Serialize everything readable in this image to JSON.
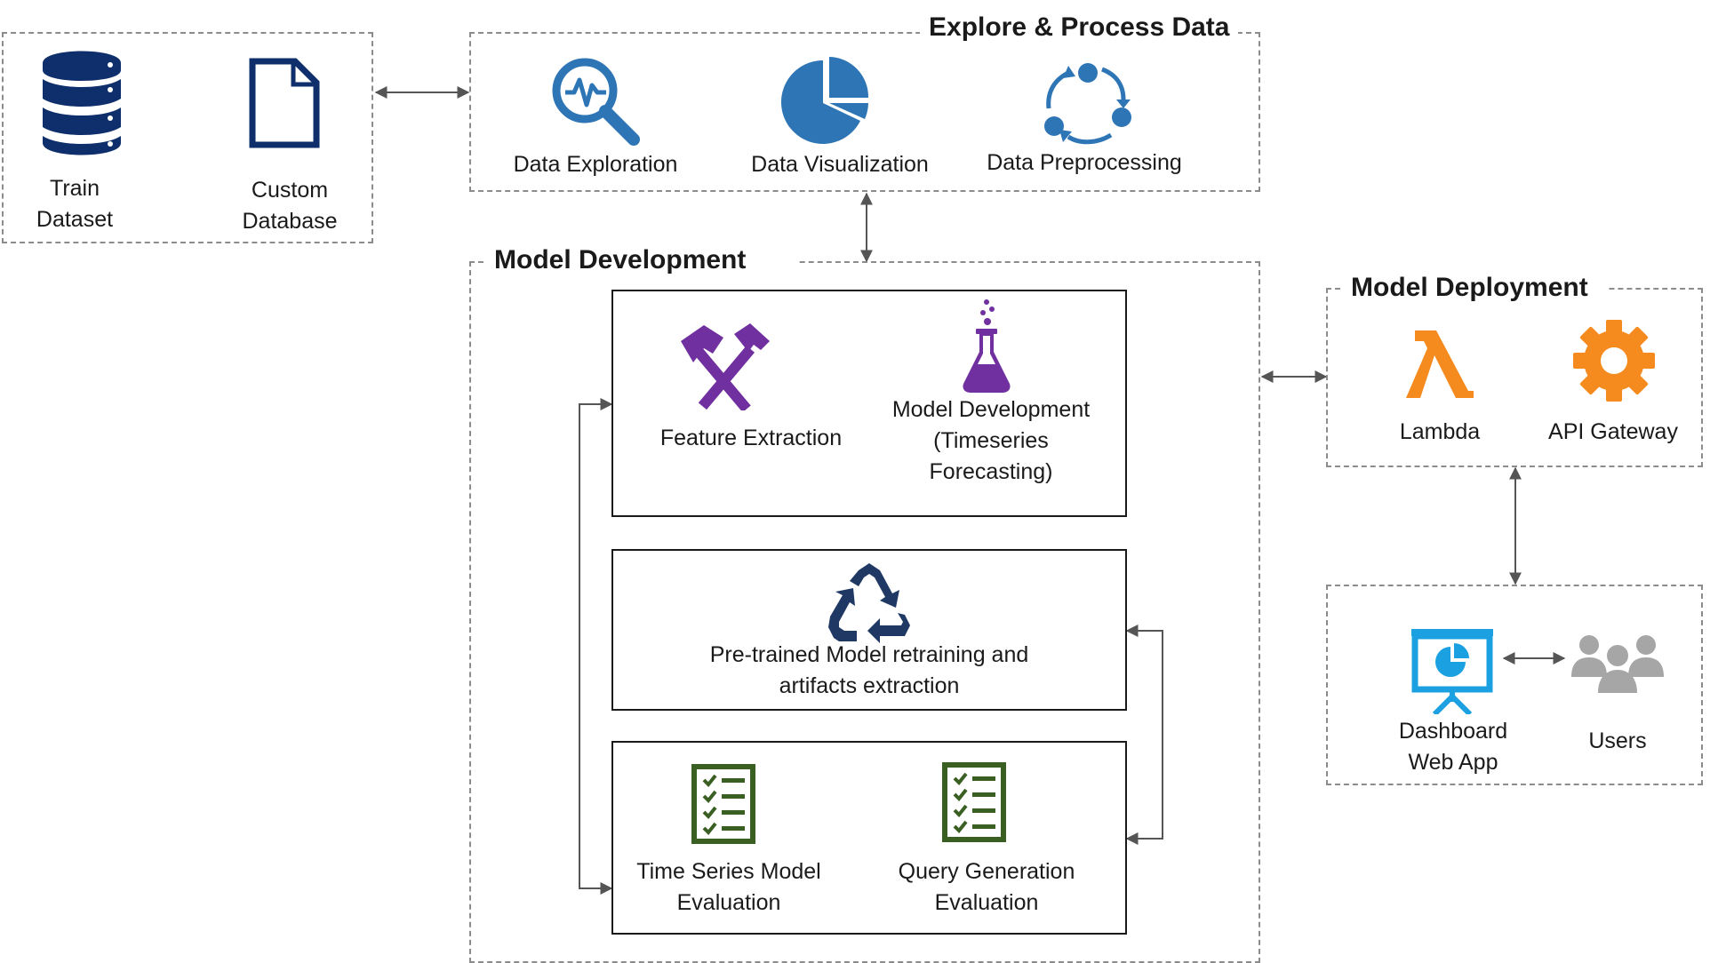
{
  "source": {
    "train_dataset": [
      "Train",
      "Dataset"
    ],
    "custom_database": [
      "Custom",
      "Database"
    ]
  },
  "explore": {
    "title": "Explore & Process Data",
    "data_exploration": "Data Exploration",
    "data_visualization": "Data Visualization",
    "data_preprocessing": "Data Preprocessing"
  },
  "model_dev": {
    "title": "Model Development",
    "feature_extraction": "Feature Extraction",
    "model_development": [
      "Model Development",
      "(Timeseries",
      "Forecasting)"
    ],
    "retraining": [
      "Pre-trained Model retraining and",
      "artifacts extraction"
    ],
    "ts_eval": [
      "Time Series Model",
      "Evaluation"
    ],
    "query_eval": [
      "Query Generation",
      "Evaluation"
    ]
  },
  "deployment": {
    "title": "Model Deployment",
    "lambda": "Lambda",
    "api_gateway": "API Gateway"
  },
  "users_group": {
    "dashboard": [
      "Dashboard",
      "Web App"
    ],
    "users": "Users"
  },
  "colors": {
    "navy": "#0e2f6b",
    "blue": "#2e75b6",
    "purple": "#7030a0",
    "orange": "#f58b1f",
    "green": "#3a5f22",
    "azure": "#1ba1e2",
    "gray": "#a6a6a6",
    "dark_blue": "#1f3864"
  }
}
